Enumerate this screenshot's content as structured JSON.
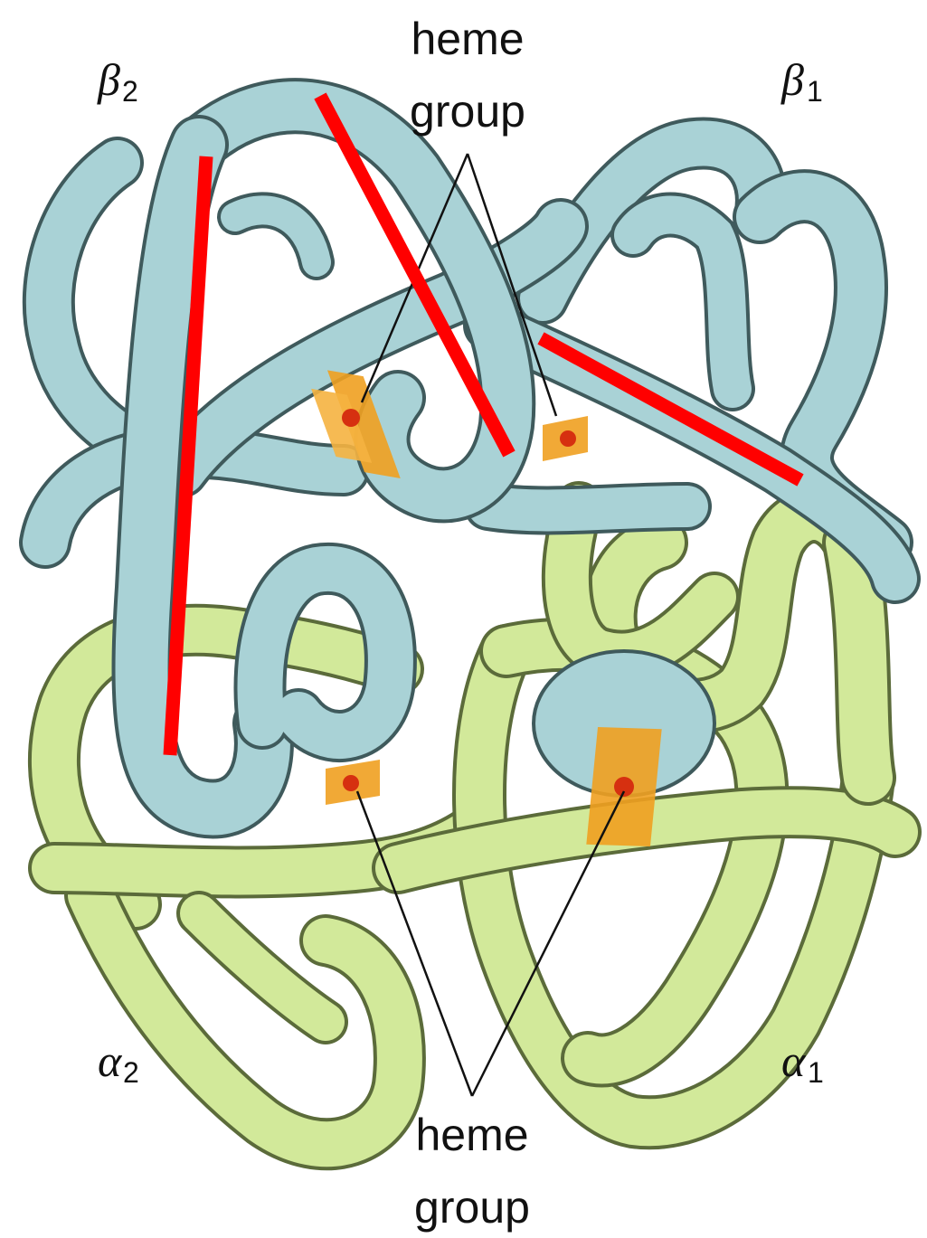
{
  "labels": {
    "heme_top_line1": "heme",
    "heme_top_line2": "group",
    "heme_bottom_line1": "heme",
    "heme_bottom_line2": "group",
    "beta2_symbol": "β",
    "beta2_sub": "2",
    "beta1_symbol": "β",
    "beta1_sub": "1",
    "alpha2_symbol": "α",
    "alpha2_sub": "2",
    "alpha1_symbol": "α",
    "alpha1_sub": "1"
  },
  "colors": {
    "beta_chain": "#a9d2d6",
    "beta_chain_outline": "#3f5a5c",
    "alpha_chain": "#d2e99a",
    "alpha_chain_outline": "#5b6b3a",
    "heme": "#f0a020",
    "heme_center": "#d63010",
    "annotation_marker": "#ff0000",
    "pointer_line": "#111111"
  },
  "icons": {
    "heme": "heme-group-icon"
  }
}
